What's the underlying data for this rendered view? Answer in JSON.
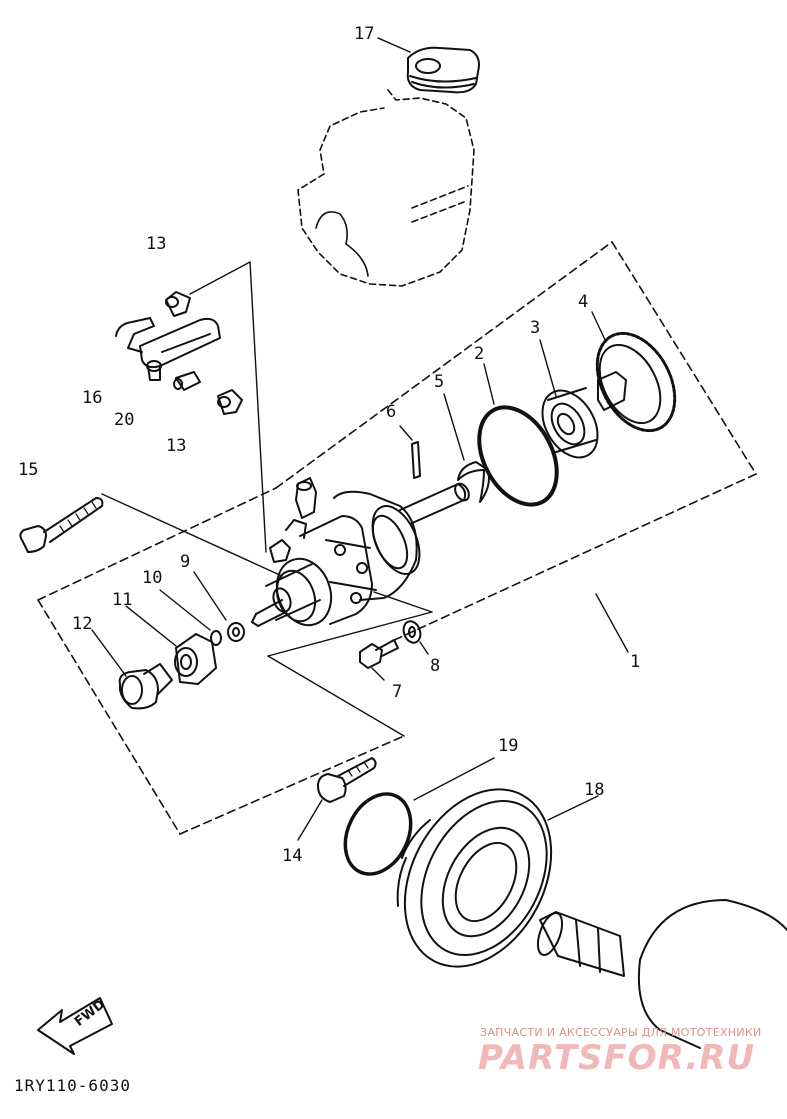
{
  "callouts": [
    {
      "id": "17",
      "text": "17"
    },
    {
      "id": "13a",
      "text": "13"
    },
    {
      "id": "16",
      "text": "16"
    },
    {
      "id": "20",
      "text": "20"
    },
    {
      "id": "13b",
      "text": "13"
    },
    {
      "id": "6",
      "text": "6"
    },
    {
      "id": "5",
      "text": "5"
    },
    {
      "id": "2",
      "text": "2"
    },
    {
      "id": "3",
      "text": "3"
    },
    {
      "id": "4",
      "text": "4"
    },
    {
      "id": "15",
      "text": "15"
    },
    {
      "id": "9",
      "text": "9"
    },
    {
      "id": "10",
      "text": "10"
    },
    {
      "id": "11",
      "text": "11"
    },
    {
      "id": "12",
      "text": "12"
    },
    {
      "id": "8",
      "text": "8"
    },
    {
      "id": "7",
      "text": "7"
    },
    {
      "id": "1",
      "text": "1"
    },
    {
      "id": "19",
      "text": "19"
    },
    {
      "id": "18",
      "text": "18"
    },
    {
      "id": "14",
      "text": "14"
    }
  ],
  "direction_arrow": {
    "label": "FWD"
  },
  "diagram_code": "1RY110-6030",
  "watermark": {
    "tagline": "ЗАПЧАСТИ И АКСЕССУАРЫ ДЛЯ МОТОТЕХНИКИ",
    "logo": "PARTSFOR.RU"
  },
  "colors": {
    "ink": "#111111",
    "watermark": "#e8a0a0"
  }
}
